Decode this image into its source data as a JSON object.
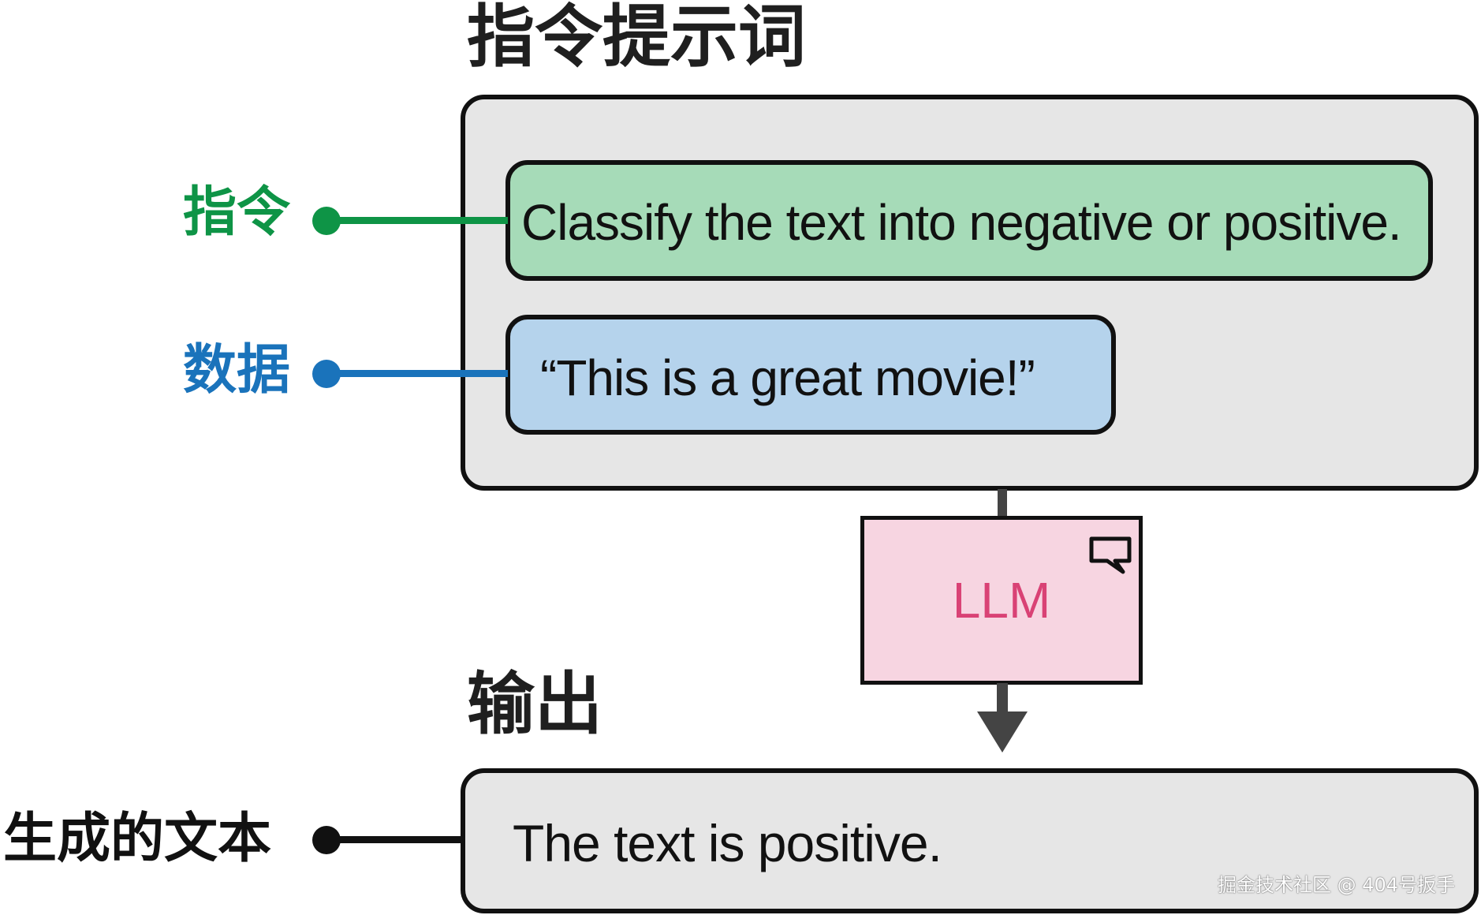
{
  "prompt": {
    "title": "指令提示词",
    "instruction_label": "指令",
    "instruction_text": "Classify the text into negative or positive.",
    "data_label": "数据",
    "data_text": "“This is a great movie!”"
  },
  "model": {
    "label": "LLM",
    "icon": "chat-bubble-icon"
  },
  "output": {
    "title": "输出",
    "label": "生成的文本",
    "text": "The text is positive."
  },
  "watermark": "掘金技术社区 @ 404号扳手",
  "colors": {
    "instruction": "#0e9446",
    "data": "#1a73bb",
    "llm_text": "#d94275",
    "instruction_fill": "#a6dbb8",
    "data_fill": "#b5d3ec",
    "llm_fill": "#f7d5e1",
    "box_fill": "#e6e6e6"
  }
}
